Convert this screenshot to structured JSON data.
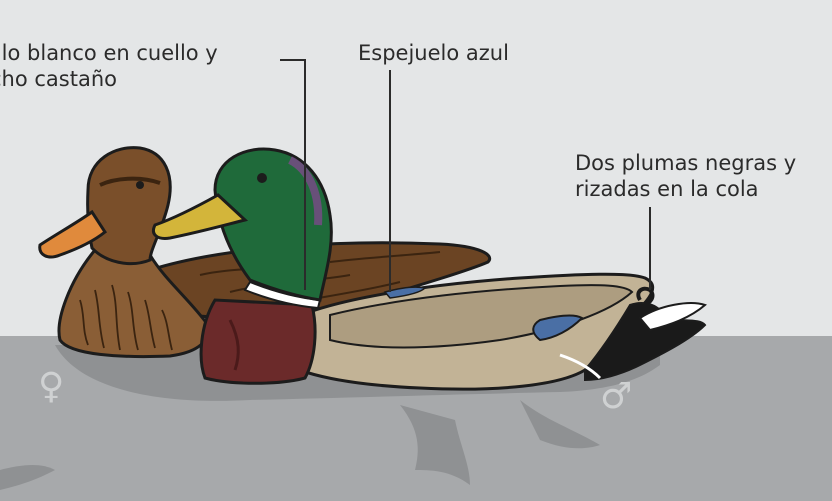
{
  "labels": {
    "neck_ring_line1": "illo blanco en cuello y",
    "neck_ring_line2": "cho castaño",
    "speculum": "Espejuelo azul",
    "tail_line1": "Dos plumas negras y",
    "tail_line2": "rizadas en la cola"
  },
  "symbols": {
    "female": "♀",
    "male": "♂"
  },
  "colors": {
    "sky": "#e4e6e7",
    "water": "#a7a9ab",
    "drake_head": "#1f6a3a",
    "drake_breast": "#6b2a2a",
    "drake_body": "#c2b396",
    "speculum": "#4a6fa5",
    "hen_brown": "#7a4f2a",
    "bill_yellow": "#d3b53a",
    "hen_bill": "#e08a3c"
  }
}
